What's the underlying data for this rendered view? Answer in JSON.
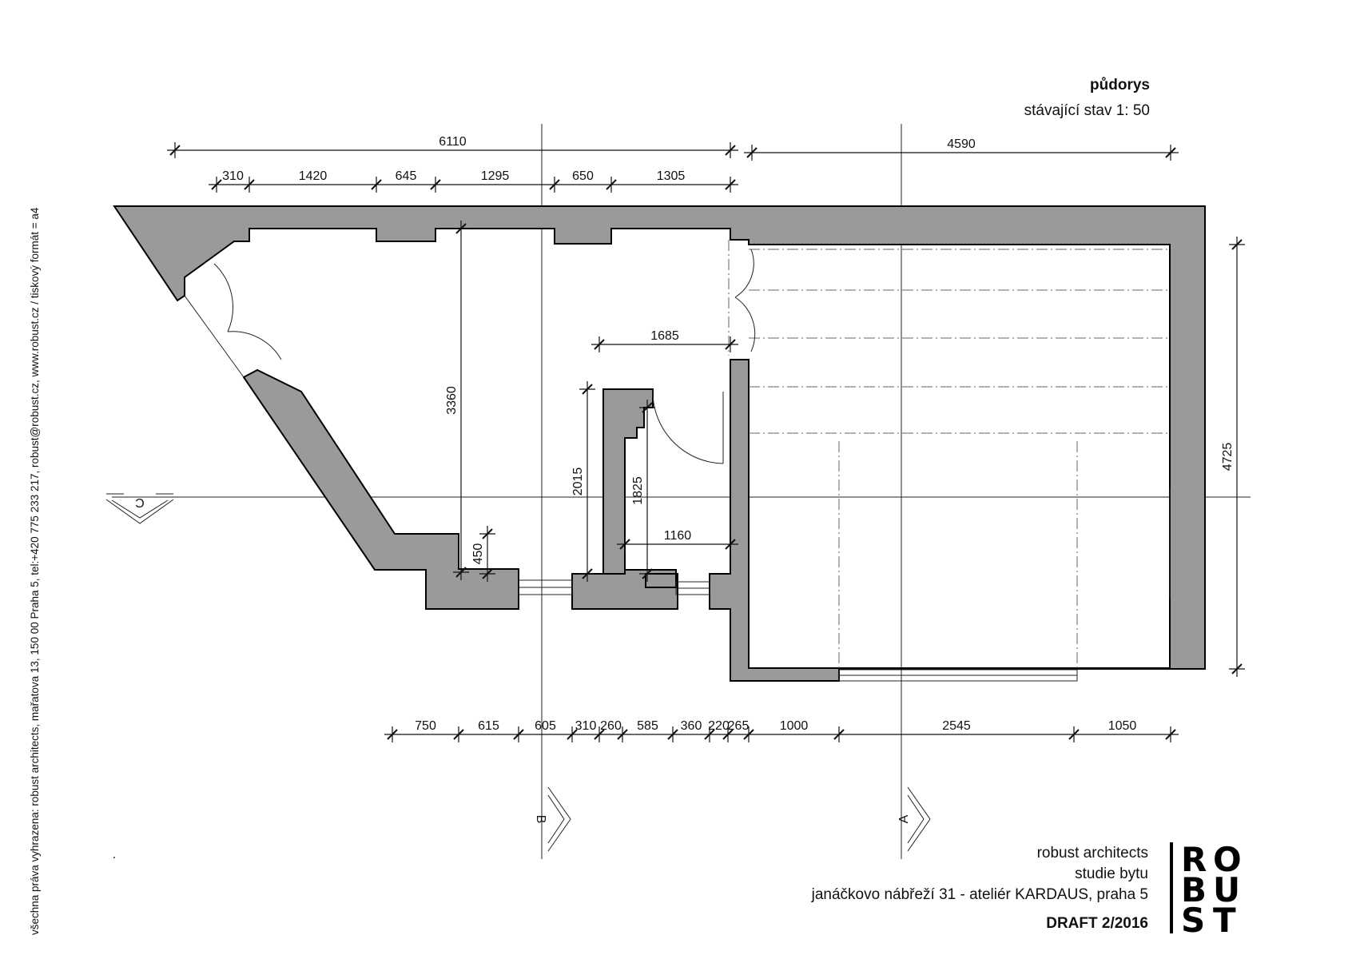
{
  "title": "půdorys",
  "subtitle": "stávající stav   1: 50",
  "side_note": "všechna práva vyhrazena: robust architects, mařatova 13, 150 00 Praha 5, tel:+420 775 233 217, robust@robust.cz, www.robust.cz / tiskový formát = a4",
  "title_block": {
    "firm": "robust architects",
    "project": "studie bytu",
    "address": "janáčkovo nábřeží 31 - ateliér KARDAUS, praha 5",
    "draft": "DRAFT 2/2016",
    "logo": [
      "RO",
      "BU",
      "ST"
    ]
  },
  "sections": {
    "a": "A",
    "b": "B",
    "c": "C"
  },
  "dimensions": {
    "top_overall": [
      "6110",
      "4590"
    ],
    "top_detail": [
      "310",
      "1420",
      "645",
      "1295",
      "650",
      "1305"
    ],
    "bottom": [
      "750",
      "615",
      "605",
      "310",
      "260",
      "585",
      "360",
      "220",
      "265",
      "1000",
      "2545",
      "1050"
    ],
    "interior": {
      "height_left": "3360",
      "width_mid": "1685",
      "height_partition_outer": "2015",
      "height_partition_inner": "1825",
      "width_bath": "1160",
      "niche": "450",
      "height_right": "4725"
    }
  },
  "colors": {
    "wall": "#9a9a9a",
    "line": "#111111"
  }
}
